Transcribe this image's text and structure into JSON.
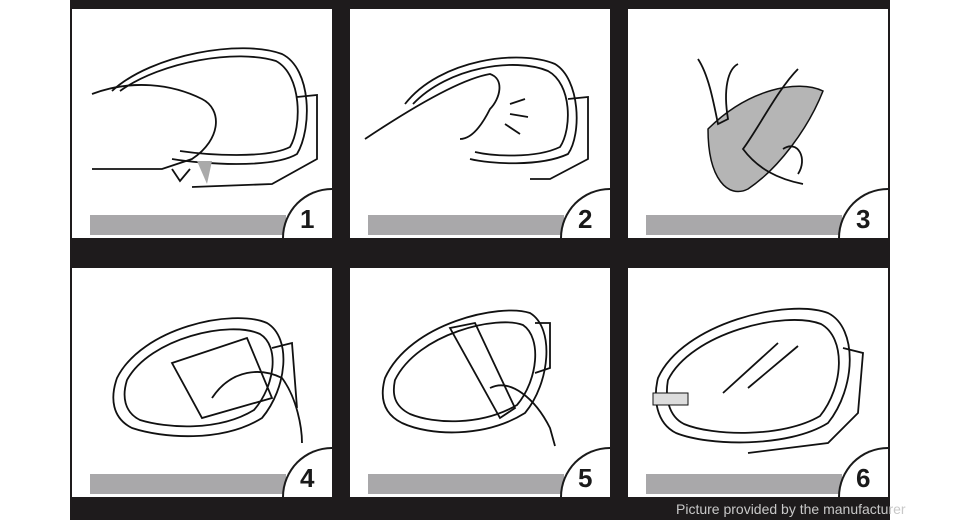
{
  "steps": [
    {
      "number": "1",
      "icon": "hand-wiping-mirror"
    },
    {
      "number": "2",
      "icon": "finger-pressing-mirror"
    },
    {
      "number": "3",
      "icon": "peeling-film"
    },
    {
      "number": "4",
      "icon": "applying-film"
    },
    {
      "number": "5",
      "icon": "smoothing-film"
    },
    {
      "number": "6",
      "icon": "finished-mirror"
    }
  ],
  "watermark": "Picture provided by the manufacturer",
  "colors": {
    "background": "#1e1b1c",
    "bar": "#a9a8aa"
  }
}
